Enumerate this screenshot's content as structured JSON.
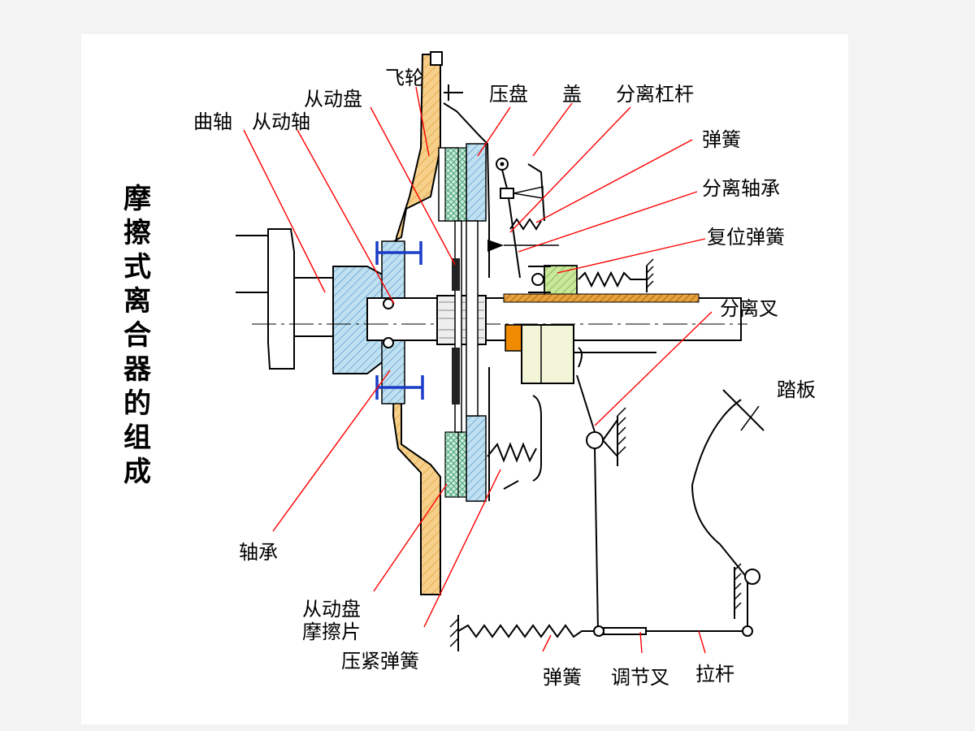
{
  "title": "摩擦式离合器的组成",
  "labels": {
    "flywheel": "飞轮",
    "driven_disc": "从动盘",
    "crankshaft": "曲轴",
    "driven_shaft": "从动轴",
    "pressure_plate": "压盘",
    "cover": "盖",
    "release_lever": "分离杠杆",
    "spring": "弹簧",
    "release_bearing": "分离轴承",
    "return_spring": "复位弹簧",
    "release_fork": "分离叉",
    "pedal": "踏板",
    "bearing": "轴承",
    "friction_line1": "从动盘",
    "friction_line2": "摩擦片",
    "pressure_spring": "压紧弹簧",
    "spring_bottom": "弹簧",
    "adjust_fork": "调节叉",
    "pull_rod": "拉杆"
  },
  "colors": {
    "flywheel": "#f6d08a",
    "bearing_blue": "#bfe0f0",
    "friction_green": "#c8ecd8",
    "release_bearing": "#c9e89a",
    "orange": "#f08a00",
    "shaft_tube": "#e8a13c",
    "leader": "#ff0000",
    "bolt": "#1a3cc8",
    "sleeve": "#f3f5d8"
  }
}
